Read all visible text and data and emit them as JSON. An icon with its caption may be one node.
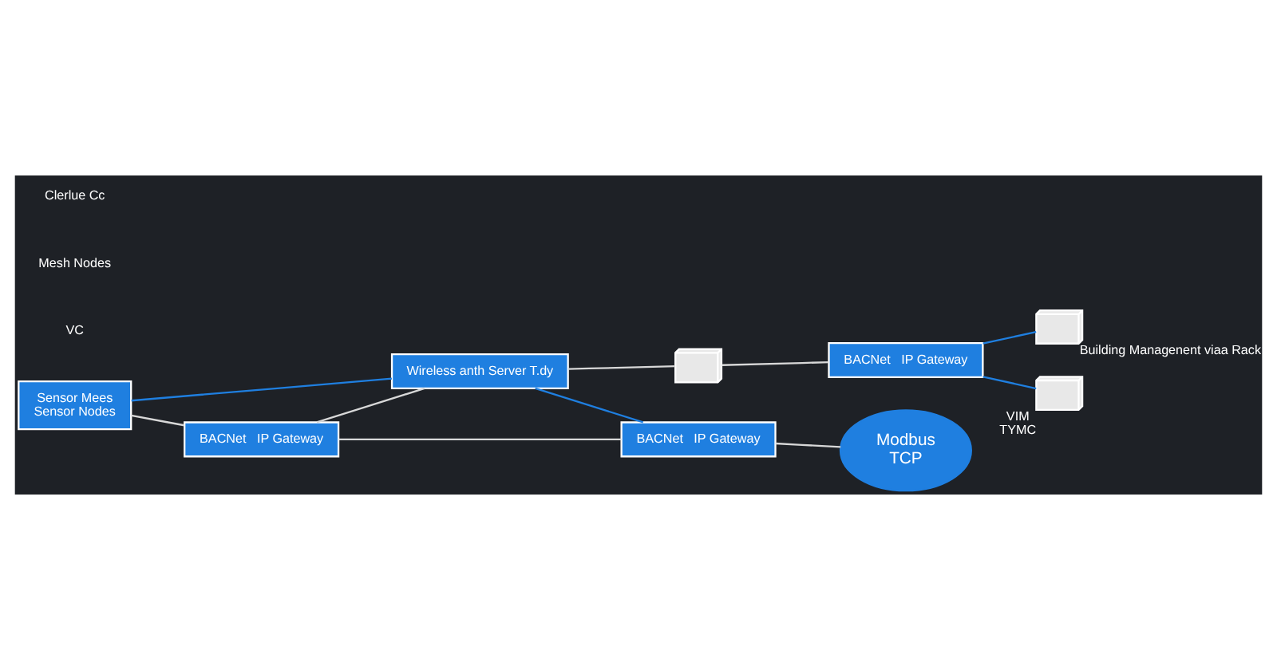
{
  "diagram": {
    "nodes": [
      {
        "text": [
          "Sensor Mees",
          "Sensor Nodes"
        ]
      },
      {
        "text": [
          "BACNet   IP Gateway"
        ]
      },
      {
        "text": [
          "Wireless anth Server T.dy"
        ]
      },
      {
        "text": [],
        "shape": "picture"
      },
      {
        "text": [
          "BACNet   IP Gateway"
        ]
      },
      {
        "text": [
          "BACNet   IP Gateway"
        ]
      },
      {
        "text": [
          "Modbus",
          "TCP"
        ]
      },
      {
        "text": [],
        "shape": "picture",
        "beside": [
          "Building Managenent viaa Rack"
        ]
      },
      {
        "text": [],
        "shape": "picture",
        "beside": [
          "VIM",
          "TYMC"
        ]
      }
    ],
    "edges": [
      {
        "from": 0,
        "to": 1,
        "arrow": "none"
      },
      {
        "from": 0,
        "to": 2,
        "arrow": "none",
        "color": "#1f7fe0"
      },
      {
        "from": 1,
        "to": 2,
        "arrow": "none"
      },
      {
        "from": 2,
        "to": 3,
        "arrow": "none"
      },
      {
        "from": 3,
        "to": 4,
        "arrow": "none"
      },
      {
        "from": 1,
        "to": 5,
        "arrow": "none"
      },
      {
        "from": 2,
        "to": 5,
        "arrow": "none",
        "color": "#1f7fe0"
      },
      {
        "from": 4,
        "to": 7,
        "arrow": "none",
        "color": "#1f7fe0"
      },
      {
        "from": 4,
        "to": 8,
        "arrow": "none",
        "color": "#1f7fe0"
      },
      {
        "from": 5,
        "to": 6,
        "arrow": "none"
      }
    ],
    "labels": [
      "VC",
      "Mesh Nodes",
      "Clerlue Cc"
    ]
  }
}
